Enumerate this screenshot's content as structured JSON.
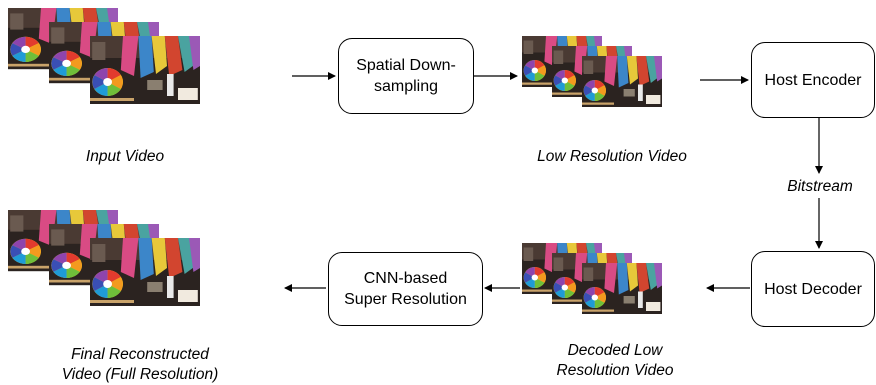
{
  "nodes": {
    "downsampling": "Spatial Down-\nsampling",
    "host_encoder": "Host Encoder",
    "host_decoder": "Host Decoder",
    "cnn_sr": "CNN-based\nSuper Resolution"
  },
  "captions": {
    "input_video": "Input Video",
    "low_res_video": "Low Resolution Video",
    "bitstream": "Bitstream",
    "decoded_low_res_line1": "Decoded Low",
    "decoded_low_res_line2": "Resolution Video",
    "final_line1": "Final Reconstructed",
    "final_line2": "Video (Full Resolution)"
  },
  "colors": {
    "frame_bg": "#2b2320",
    "wheel": [
      "#e23b2e",
      "#f39a1f",
      "#f4d51e",
      "#6fbf3a",
      "#1f9bd7",
      "#3a4fb5",
      "#8e44ad",
      "#e0508f"
    ],
    "flags": [
      "#d94b84",
      "#3c86c9",
      "#e7c83a",
      "#d2452f",
      "#4aa3a0",
      "#9b59b6"
    ]
  }
}
